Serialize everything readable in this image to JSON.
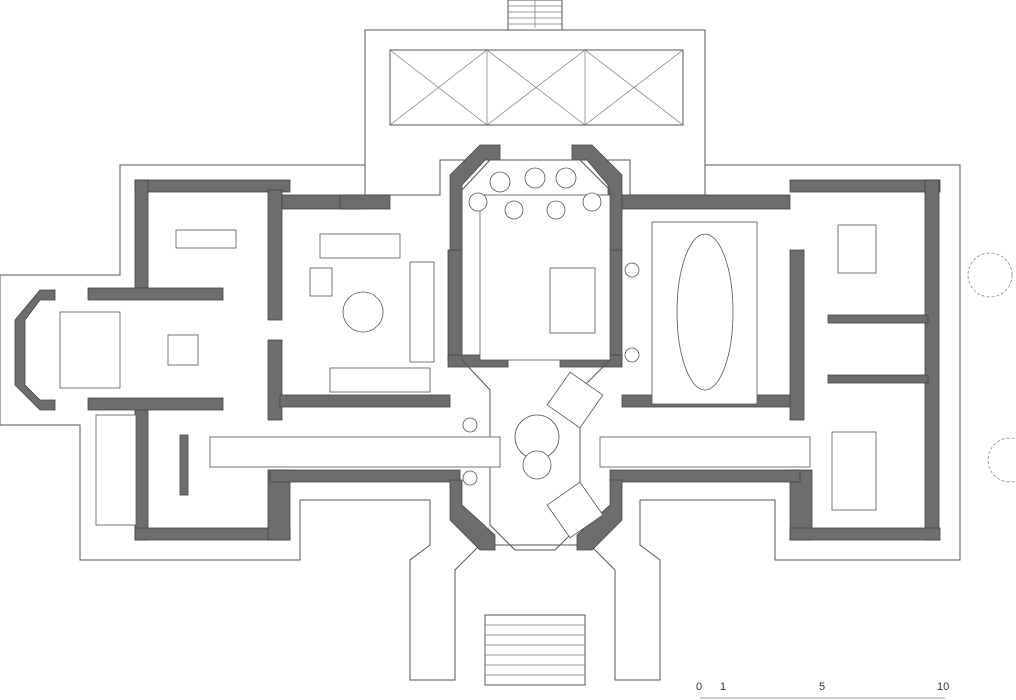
{
  "drawing": {
    "type": "architectural floor plan",
    "wall_color": "#6d6d6d"
  },
  "scale_bar": {
    "labels": [
      "0",
      "1",
      "5",
      "10"
    ]
  }
}
